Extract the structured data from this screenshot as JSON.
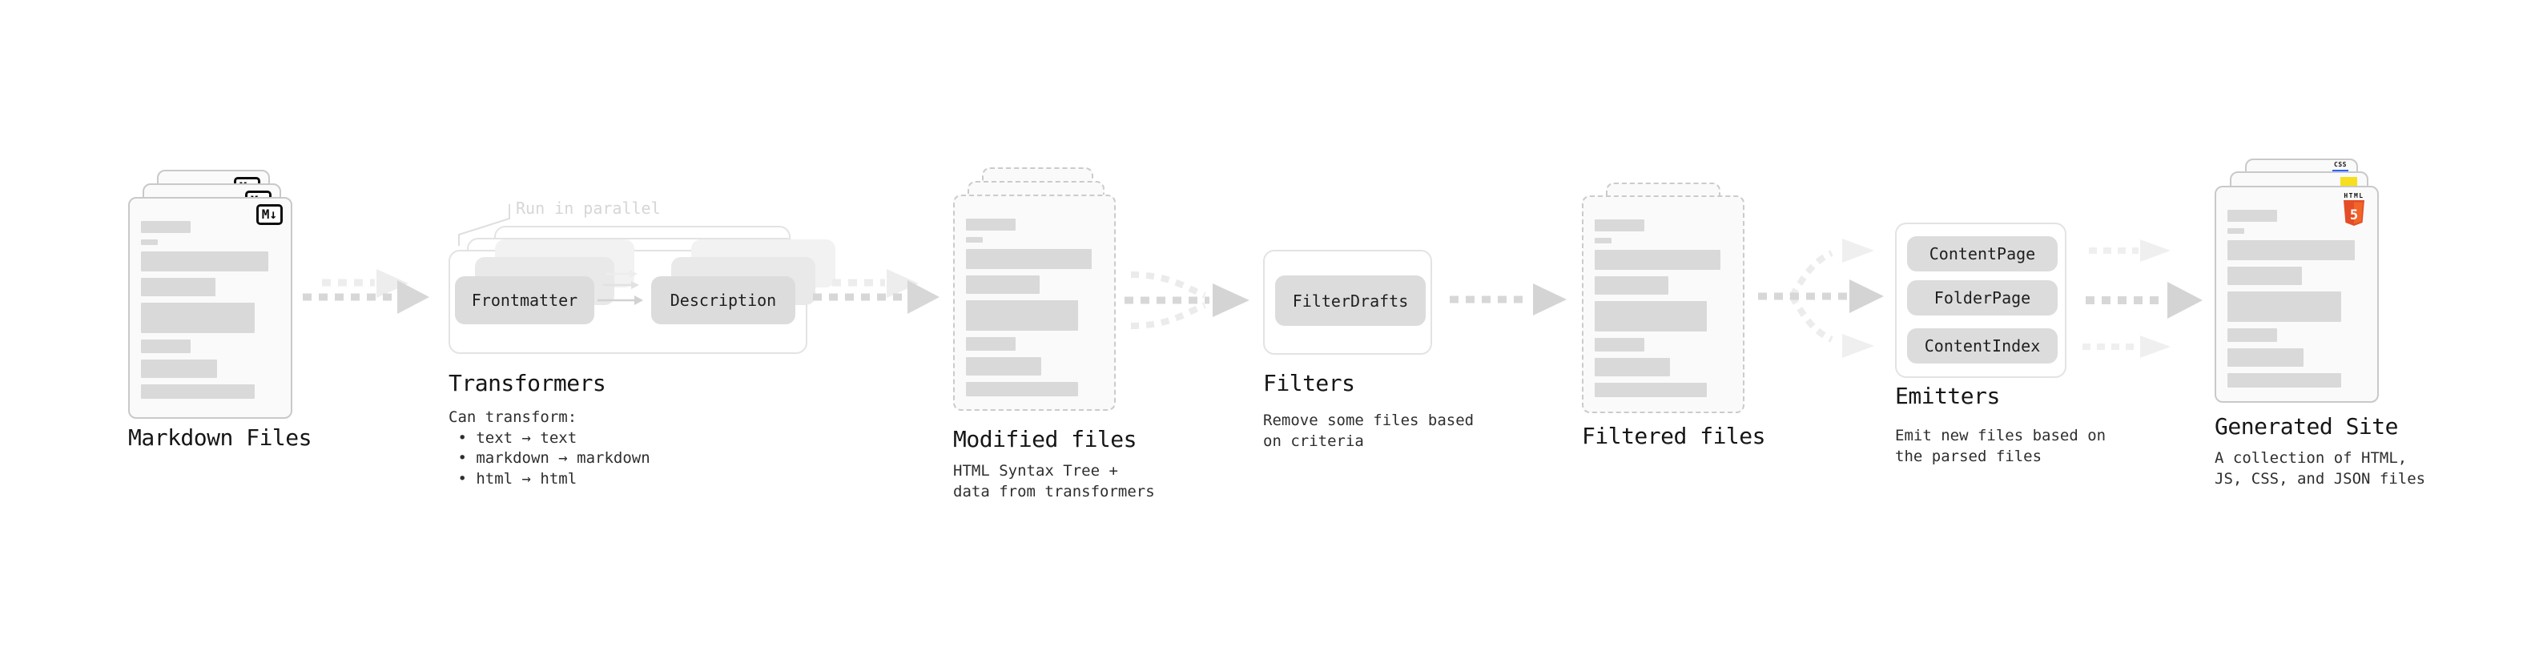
{
  "colors": {
    "css_blue": "#2962ff",
    "js_yellow": "#f7df1e",
    "html5_orange": "#e44d26",
    "arrow_dark": "#d7d7d7",
    "arrow_light": "#ededed"
  },
  "stages": {
    "markdown_files": {
      "label": "Markdown Files",
      "badge": "M↓"
    },
    "transformers": {
      "label": "Transformers",
      "annotation": "Run in parallel",
      "buttons": [
        "Frontmatter",
        "Description"
      ],
      "description": "Can transform:\n • text → text\n • markdown → markdown\n • html → html"
    },
    "modified_files": {
      "label": "Modified files",
      "description": "HTML Syntax Tree +\ndata from transformers"
    },
    "filters": {
      "label": "Filters",
      "buttons": [
        "FilterDrafts"
      ],
      "description": "Remove some files based\non criteria"
    },
    "filtered_files": {
      "label": "Filtered files"
    },
    "emitters": {
      "label": "Emitters",
      "buttons": [
        "ContentPage",
        "FolderPage",
        "ContentIndex"
      ],
      "description": "Emit new files based on\nthe parsed files"
    },
    "generated_site": {
      "label": "Generated Site",
      "description": "A collection of HTML,\nJS, CSS, and JSON files",
      "badges": {
        "css": "CSS",
        "html": "HTML",
        "five": "5"
      }
    }
  }
}
